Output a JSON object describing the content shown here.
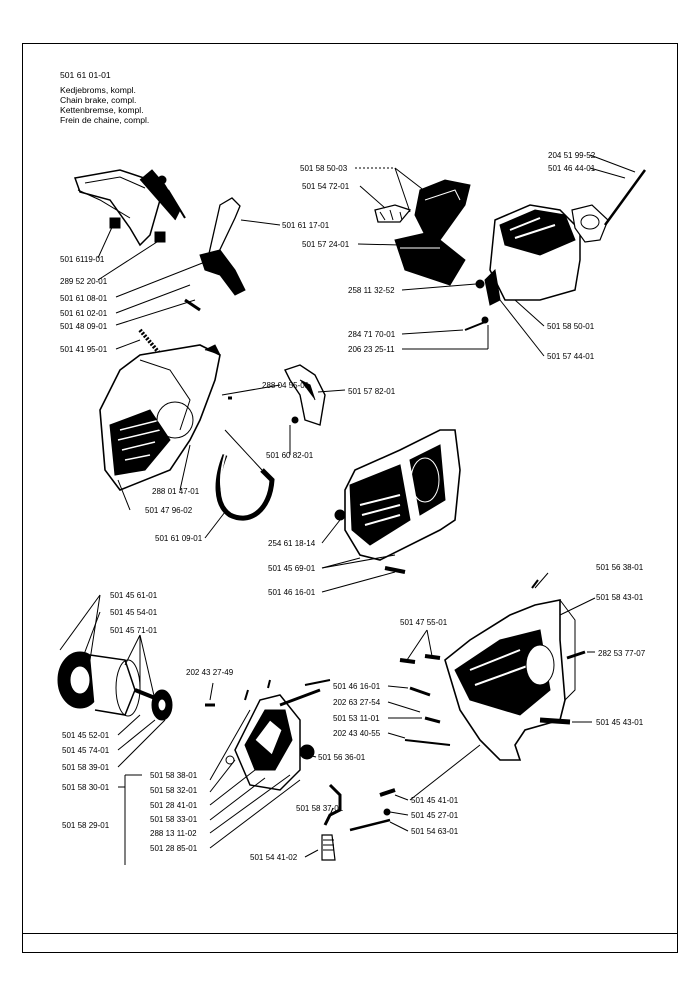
{
  "title": {
    "part_number": "501 61 01-01",
    "names": [
      "Kedjebroms, kompl.",
      "Chain brake, compl.",
      "Kettenbremse, kompl.",
      "Frein de chaine, compl."
    ]
  },
  "labels": [
    "501 6119-01",
    "289 52 20-01",
    "501 61 08-01",
    "501 61 02-01",
    "501 48 09-01",
    "501 41 95-01",
    "501 61 17-01",
    "288 04 55-01",
    "501 57 82-01",
    "501 60 82-01",
    "288 01 47-01",
    "501 47 96-02",
    "501 61 09-01",
    "501 58 50-03",
    "501 54 72-01",
    "501 57 24-01",
    "204 51 99-52",
    "501 46 44-01",
    "258 11 32-52",
    "284 71 70-01",
    "206 23 25-11",
    "501 58 50-01",
    "501 57 44-01",
    "254 61 18-14",
    "501 45 69-01",
    "501 46 16-01",
    "501 45 61-01",
    "501 45 54-01",
    "501 45 71-01",
    "501 45 52-01",
    "501 45 74-01",
    "501 58 39-01",
    "501 58 30-01",
    "501 58 29-01",
    "501 58 38-01",
    "501 58 32-01",
    "501 28 41-01",
    "501 58 33-01",
    "288 13 11-02",
    "501 28 85-01",
    "202 43 27-49",
    "501 56 36-01",
    "501 58 37-01",
    "501 54 41-02",
    "501 56 38-01",
    "501 58 43-01",
    "501 47 55-01",
    "282 53 77-07",
    "501 46 16-01",
    "202 63 27-54",
    "501 53 11-01",
    "202 43 40-55",
    "501 45 43-01",
    "501 45 41-01",
    "501 45 27-01",
    "501 54 63-01"
  ]
}
